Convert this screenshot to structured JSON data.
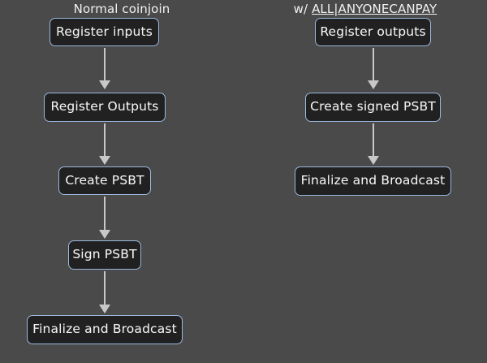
{
  "diagram": {
    "background_color": "#4a4a4a",
    "node_fill_color": "#212121",
    "node_border_color": "#9cb8dd",
    "text_color": "#f4f4f4",
    "arrow_color": "#c8c8c8",
    "columns": [
      {
        "id": "normal-coinjoin",
        "title_prefix": "",
        "title": "Normal coinjoin",
        "title_underlined": false,
        "nodes": [
          {
            "id": "register-inputs",
            "label": "Register inputs"
          },
          {
            "id": "register-outputs",
            "label": "Register Outputs"
          },
          {
            "id": "create-psbt",
            "label": "Create PSBT"
          },
          {
            "id": "sign-psbt",
            "label": "Sign PSBT"
          },
          {
            "id": "finalize-and-broadcast",
            "label": "Finalize and Broadcast"
          }
        ],
        "arrows": 4
      },
      {
        "id": "anyonecanpay",
        "title_prefix": "w/ ",
        "title": "ALL|ANYONECANPAY",
        "title_underlined": true,
        "nodes": [
          {
            "id": "register-outputs",
            "label": "Register outputs"
          },
          {
            "id": "create-signed-psbt",
            "label": "Create signed PSBT"
          },
          {
            "id": "finalize-and-broadcast",
            "label": "Finalize and Broadcast"
          }
        ],
        "arrows": 2
      }
    ]
  }
}
